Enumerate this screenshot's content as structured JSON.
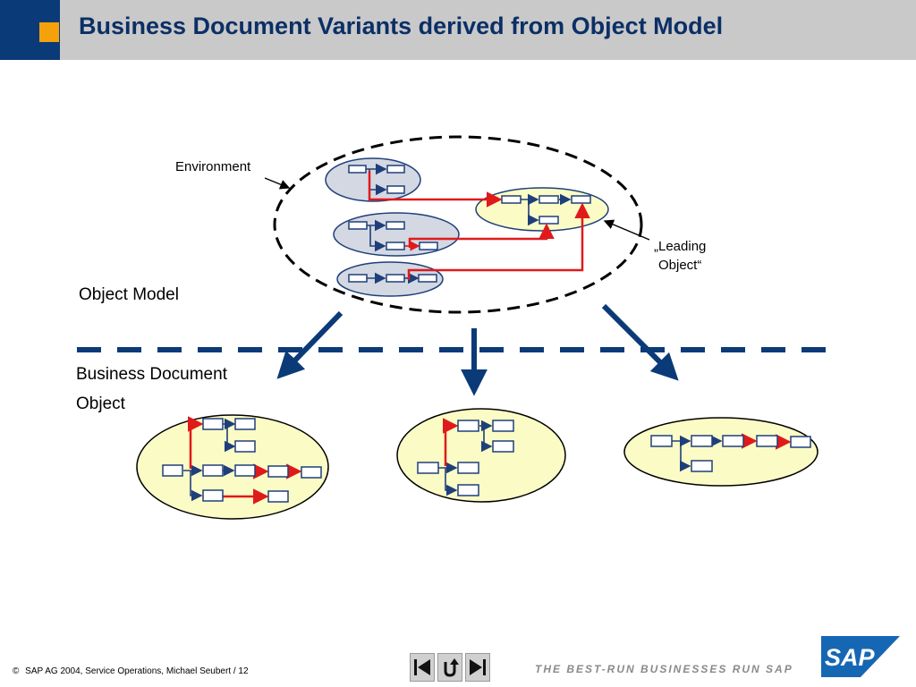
{
  "header": {
    "title": "Business Document Variants derived from Object Model",
    "accent_color": "#f4a10c",
    "brand_color": "#0b3a78"
  },
  "diagram": {
    "label_environment": "Environment",
    "label_leading_object": [
      "„Leading",
      "Object“"
    ],
    "label_object_model": "Object Model",
    "label_bdo": [
      "Business Document",
      "Object"
    ],
    "colors": {
      "environment_fill": "#d3d8e3",
      "leading_fill": "#fbfbc6",
      "path_red": "#e01a1a",
      "node_border": "#1f3f7a",
      "arrow_navy": "#0b3a78"
    }
  },
  "footer": {
    "copyright_symbol": "©",
    "copyright": "SAP AG 2004, Service Operations, Michael Seubert / 12",
    "tagline": "THE BEST-RUN BUSINESSES RUN SAP",
    "logo_text": "SAP",
    "nav_icons": [
      "previous-icon",
      "return-icon",
      "next-icon"
    ]
  }
}
